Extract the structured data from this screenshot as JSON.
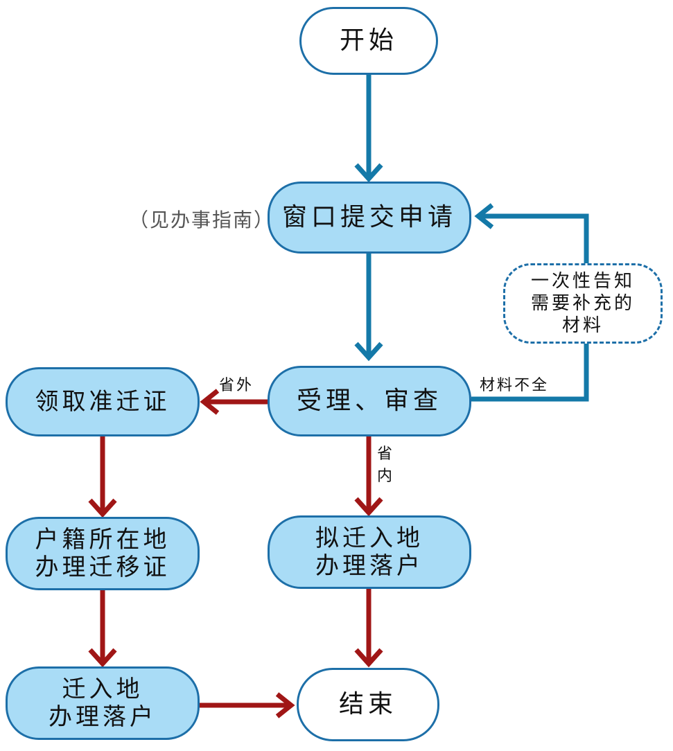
{
  "colors": {
    "blue_line": "#1479a8",
    "red_line": "#a01616",
    "pill_fill": "#a9dcf6",
    "pill_border": "#1d6fa8"
  },
  "nodes": {
    "start": "开始",
    "submit": "窗口提交申请",
    "review": "受理、审查",
    "notice": {
      "line1": "一次性告知",
      "line2": "需要补充的",
      "line3": "材料"
    },
    "permit": "领取准迁证",
    "household_origin": {
      "line1": "户籍所在地",
      "line2": "办理迁移证"
    },
    "destination_settle": {
      "line1": "迁入地",
      "line2": "办理落户"
    },
    "intended_settle": {
      "line1": "拟迁入地",
      "line2": "办理落户"
    },
    "end": "结束"
  },
  "labels": {
    "guide_note": "（见办事指南）",
    "incomplete": "材料不全",
    "out_province": "省外",
    "in_province": {
      "char1": "省",
      "char2": "内"
    }
  }
}
